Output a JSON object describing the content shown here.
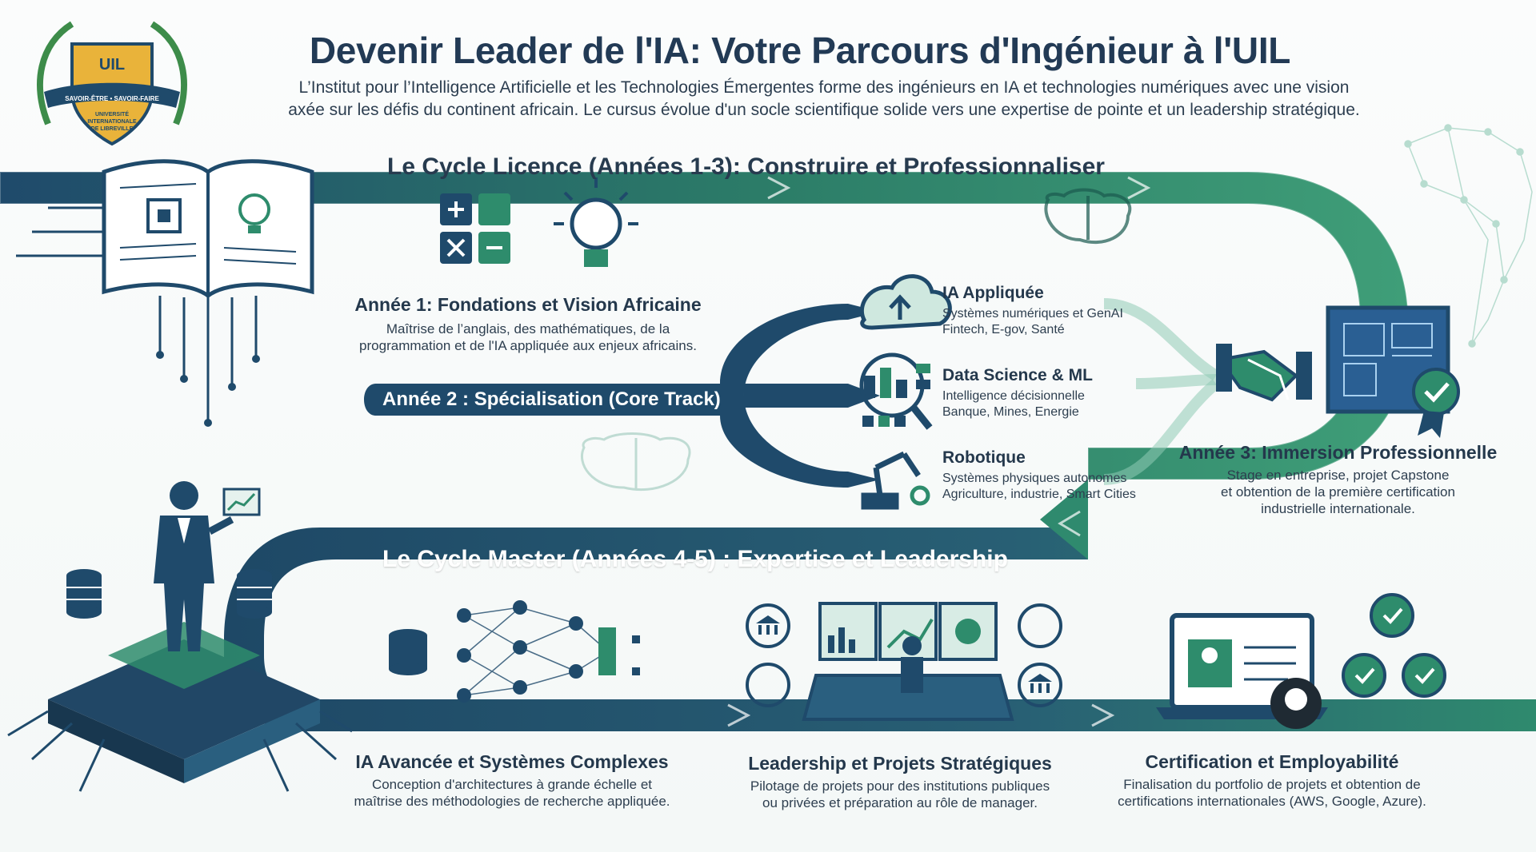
{
  "title": "Devenir Leader de l'IA: Votre Parcours d'Ingénieur à l'UIL",
  "intro": {
    "line1": "L’Institut pour l’Intelligence Artificielle et les Technologies Émergentes forme des ingénieurs en IA et technologies numériques avec une vision",
    "line2": "axée sur les défis du continent africain. Le cursus évolue d'un socle scientifique solide vers une expertise de pointe et un leadership stratégique."
  },
  "logo": {
    "acronym": "UIL",
    "motto": "SAVOIR-ÊTRE • SAVOIR-FAIRE",
    "name_line1": "UNIVERSITÉ",
    "name_line2": "INTERNATIONALE",
    "name_line3": "DE LIBREVILLE"
  },
  "licence": {
    "title": "Le Cycle Licence (Années 1-3): Construire et Professionnaliser",
    "year1": {
      "title": "Année 1: Fondations et Vision Africaine",
      "line1": "Maîtrise de l’anglais, des mathématiques, de la",
      "line2": "programmation et de l'IA appliquée aux enjeux africains."
    },
    "year2": {
      "label": "Année 2 : Spécialisation (Core Track)",
      "tracks": [
        {
          "title": "IA Appliquée",
          "line1": "Systèmes numériques et GenAI",
          "line2": "Fintech, E-gov, Santé"
        },
        {
          "title": "Data Science & ML",
          "line1": "Intelligence décisionnelle",
          "line2": "Banque, Mines, Energie"
        },
        {
          "title": "Robotique",
          "line1": "Systèmes physiques autonomes",
          "line2": "Agriculture, industrie, Smart Cities"
        }
      ]
    },
    "year3": {
      "title": "Année 3: Immersion Professionnelle",
      "line1": "Stage en entreprise, projet Capstone",
      "line2": "et obtention de la première certification",
      "line3": "industrielle internationale."
    }
  },
  "master": {
    "title": "Le Cycle Master (Années 4-5) : Expertise et Leadership",
    "items": [
      {
        "title": "IA Avancée et Systèmes Complexes",
        "line1": "Conception d'architectures à grande échelle et",
        "line2": "maîtrise des méthodologies de recherche appliquée."
      },
      {
        "title": "Leadership et Projets Stratégiques",
        "line1": "Pilotage de projets pour des institutions publiques",
        "line2": "ou privées et préparation au rôle de manager."
      },
      {
        "title": "Certification et Employabilité",
        "line1": "Finalisation du portfolio de projets et obtention de",
        "line2": "certifications internationales (AWS, Google, Azure)."
      }
    ]
  },
  "colors": {
    "navy": "#1f4a6b",
    "teal": "#2e8c6c",
    "green": "#3f9e78",
    "dark_text": "#223a55"
  }
}
